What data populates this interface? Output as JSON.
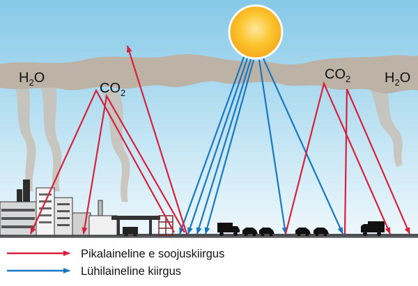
{
  "gases": {
    "h2o_left": {
      "base": "H",
      "sub": "2",
      "tail": "O"
    },
    "co2_left": {
      "base": "CO",
      "sub": "2"
    },
    "co2_right": {
      "base": "CO",
      "sub": "2"
    },
    "h2o_right": {
      "base": "H",
      "sub": "2",
      "tail": "O"
    }
  },
  "legend": {
    "longwave_label": "Pikalaineline e soojuskiirgus",
    "shortwave_label": "Lühilaineline kiirgus"
  },
  "colors": {
    "sky_top": "#86c9e8",
    "sky_bottom": "#eaf6fb",
    "cloud": "#bdb2a6",
    "ground": "#6d6e71",
    "longwave": "#d8203a",
    "shortwave": "#1877c2",
    "sun": "#fbbf1e"
  }
}
